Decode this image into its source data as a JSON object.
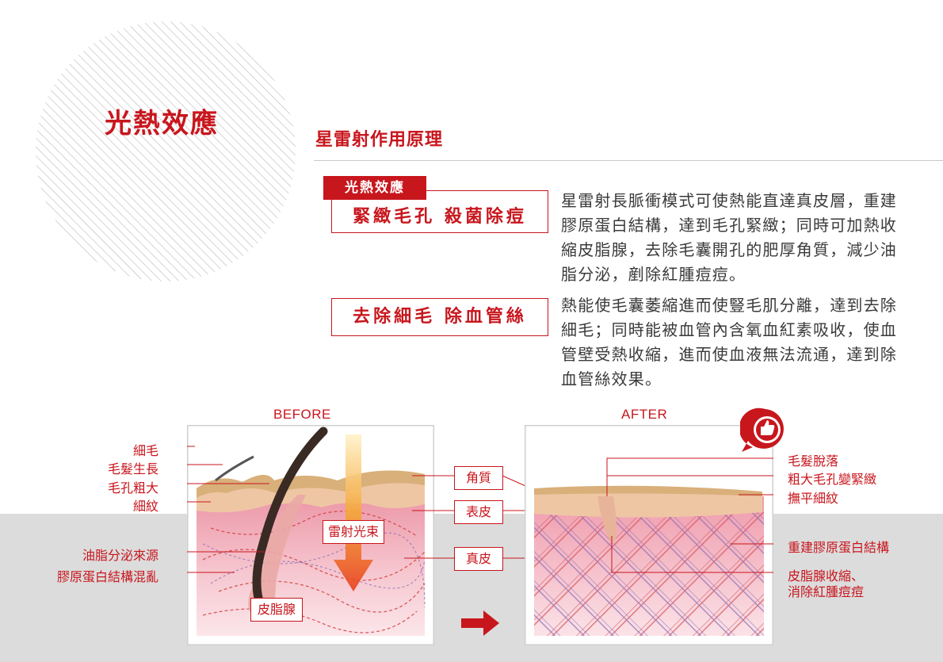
{
  "section_title": "光熱效應",
  "subtitle": "星雷射作用原理",
  "tag": "光熱效應",
  "blocks": [
    {
      "heading": "緊緻毛孔  殺菌除痘",
      "lines": [
        "星雷射長脈衝模式可使熱能直達真皮層，重建",
        "膠原蛋白結構，達到毛孔緊緻；同時可加熱收",
        "縮皮脂腺，去除毛囊開孔的肥厚角質，減少油",
        "脂分泌，剷除紅腫痘痘。"
      ]
    },
    {
      "heading": "去除細毛  除血管絲",
      "lines": [
        "熱能使毛囊萎縮進而使豎毛肌分離，達到去除",
        "細毛；同時能被血管內含氧血紅素吸收，使血",
        "管壁受熱收縮，進而使血液無法流通，達到除",
        "血管絲效果。"
      ]
    }
  ],
  "before": {
    "label": "BEFORE",
    "left_labels": [
      "細毛",
      "毛髮生長",
      "毛孔粗大",
      "細紋",
      "油脂分泌來源",
      "膠原蛋白結構混亂"
    ],
    "inner_labels": {
      "laser": "雷射光束",
      "gland": "皮脂腺"
    }
  },
  "middle_labels": [
    "角質",
    "表皮",
    "真皮"
  ],
  "after": {
    "label": "AFTER",
    "right_labels": [
      "毛髮脫落",
      "粗大毛孔變緊緻",
      "撫平細紋",
      "重建膠原蛋白結構",
      "皮脂腺收縮、",
      "消除紅腫痘痘"
    ]
  },
  "colors": {
    "accent": "#c8161d",
    "band": "#dcdcdc",
    "laser_orange": "#f08a1c",
    "skin_tan": "#d8b07a",
    "dermis_pink": "#f3b6bf"
  },
  "icons": {
    "badge": "thumbs-up-icon",
    "arrow": "right-arrow-icon"
  }
}
